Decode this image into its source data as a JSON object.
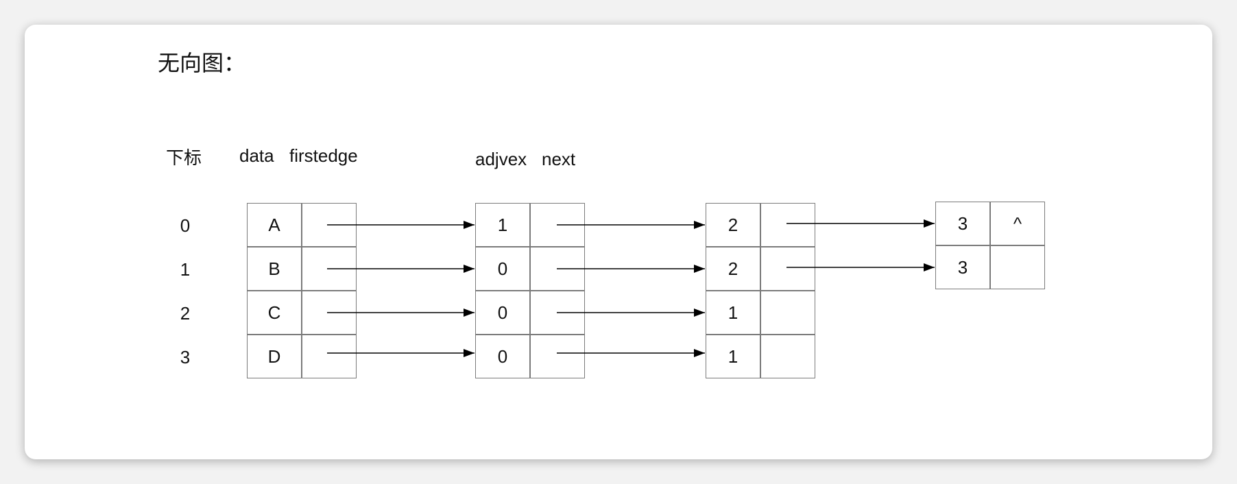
{
  "title": "无向图：",
  "headers": {
    "index": "下标",
    "data": "data",
    "firstedge": "firstedge",
    "adjvex": "adjvex",
    "next": "next"
  },
  "indices": [
    "0",
    "1",
    "2",
    "3"
  ],
  "vertices": [
    "A",
    "B",
    "C",
    "D"
  ],
  "col1": [
    "1",
    "0",
    "0",
    "0"
  ],
  "col2": [
    "2",
    "2",
    "1",
    "1"
  ],
  "col3": [
    "3",
    "3"
  ],
  "col3_next": [
    "^",
    ""
  ],
  "colors": {
    "border": "#7a7a7a",
    "arrow": "#000000",
    "card": "#ffffff",
    "background": "#f2f2f2"
  }
}
